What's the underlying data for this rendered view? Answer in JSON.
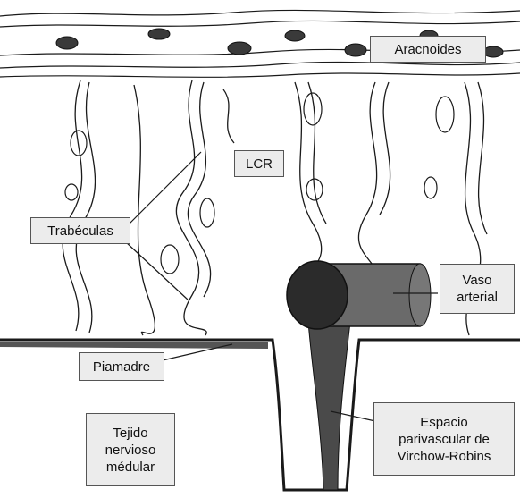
{
  "labels": {
    "aracnoides": "Aracnoides",
    "lcr": "LCR",
    "trabeculas": "Trabéculas",
    "vaso_arterial": "Vaso\narterial",
    "piamadre": "Piamadre",
    "tejido": "Tejido\nnervioso\nmédular",
    "espacio": "Espacio\nparivascular de\nVirchow-Robins"
  },
  "colors": {
    "ink": "#1a1a1a",
    "label_bg": "#ececec",
    "label_border": "#555555",
    "vessel": "#2b2b2b"
  }
}
